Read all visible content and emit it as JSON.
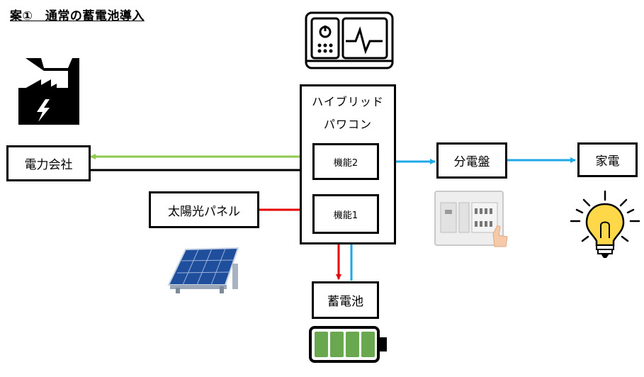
{
  "title": "案①　通常の蓄電池導入",
  "nodes": {
    "power_company": "電力会社",
    "solar_panel": "太陽光パネル",
    "hybrid_line1": "ハイブリッド",
    "hybrid_line2": "パワコン",
    "function2": "機能2",
    "function1": "機能1",
    "distribution_board": "分電盤",
    "appliance": "家電",
    "battery": "蓄電池"
  },
  "colors": {
    "green": "#8fc94e",
    "black": "#000000",
    "red": "#e60000",
    "blue": "#1ea8e6",
    "battery_fill": "#6aa84f"
  }
}
